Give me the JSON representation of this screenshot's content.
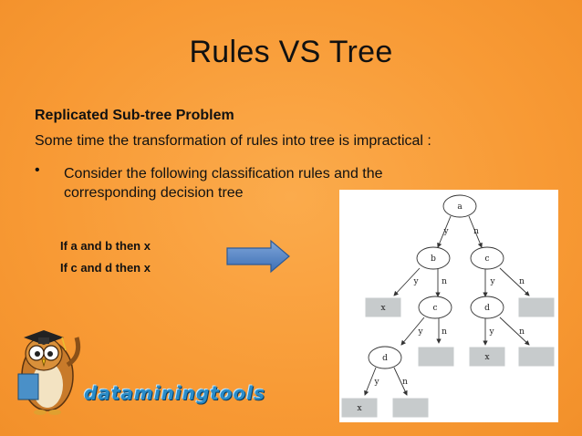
{
  "slide": {
    "title": "Rules VS Tree",
    "heading": "Replicated Sub-tree Problem",
    "intro": "Some time the transformation of rules into tree is impractical :",
    "bullet_symbol": "•",
    "bullet_text": "Consider the following classification rules and the corresponding decision tree",
    "rules": [
      "If a and b then x",
      "If c and d then x"
    ],
    "arrow_icon": "right-arrow-icon"
  },
  "tree": {
    "nodes": {
      "a": "a",
      "b": "b",
      "c1": "c",
      "c2": "c",
      "d1": "d",
      "d2": "d"
    },
    "leaves": {
      "x1": "x",
      "x2": "x",
      "x3": "x"
    },
    "edge_labels": {
      "a_b": "y",
      "a_c": "n",
      "b_x": "y",
      "b_c": "n",
      "c_d": "y",
      "c_empty": "n",
      "c1_d": "y",
      "c1_empty": "n",
      "d1_x": "y",
      "d1_empty": "n",
      "d2_x": "y",
      "d2_empty": "n"
    }
  },
  "branding": {
    "logo_text": "dataminingtools",
    "mascot_icon": "owl-mascot-icon"
  }
}
